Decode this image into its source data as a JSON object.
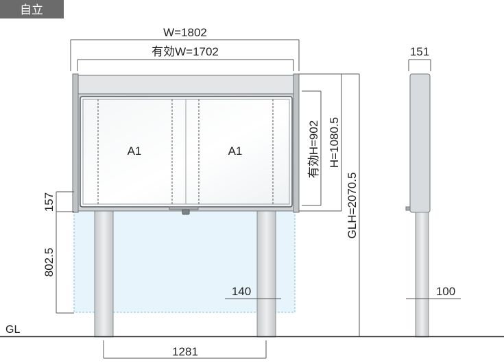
{
  "badge": {
    "label": "自立",
    "bg": "#6b6b6b",
    "fg": "#ffffff"
  },
  "dimensions": {
    "overall_width": "W=1802",
    "effective_width": "有効W=1702",
    "side_depth": "151",
    "effective_height": "有効H=902",
    "height": "H=1080.5",
    "overall_height": "GLH=2070.5",
    "bottom_band": "157",
    "post_clearance": "802.5",
    "post_width_front": "140",
    "post_width_side": "100",
    "post_spacing": "1281"
  },
  "panels": [
    {
      "label": "A1"
    },
    {
      "label": "A1"
    }
  ],
  "ground": {
    "label": "GL"
  },
  "colors": {
    "frame": "#cfd2d4",
    "frame_stroke": "#6f7478",
    "highlight_fill": "#d6ebf7",
    "highlight_stroke": "#7fc4e6"
  }
}
